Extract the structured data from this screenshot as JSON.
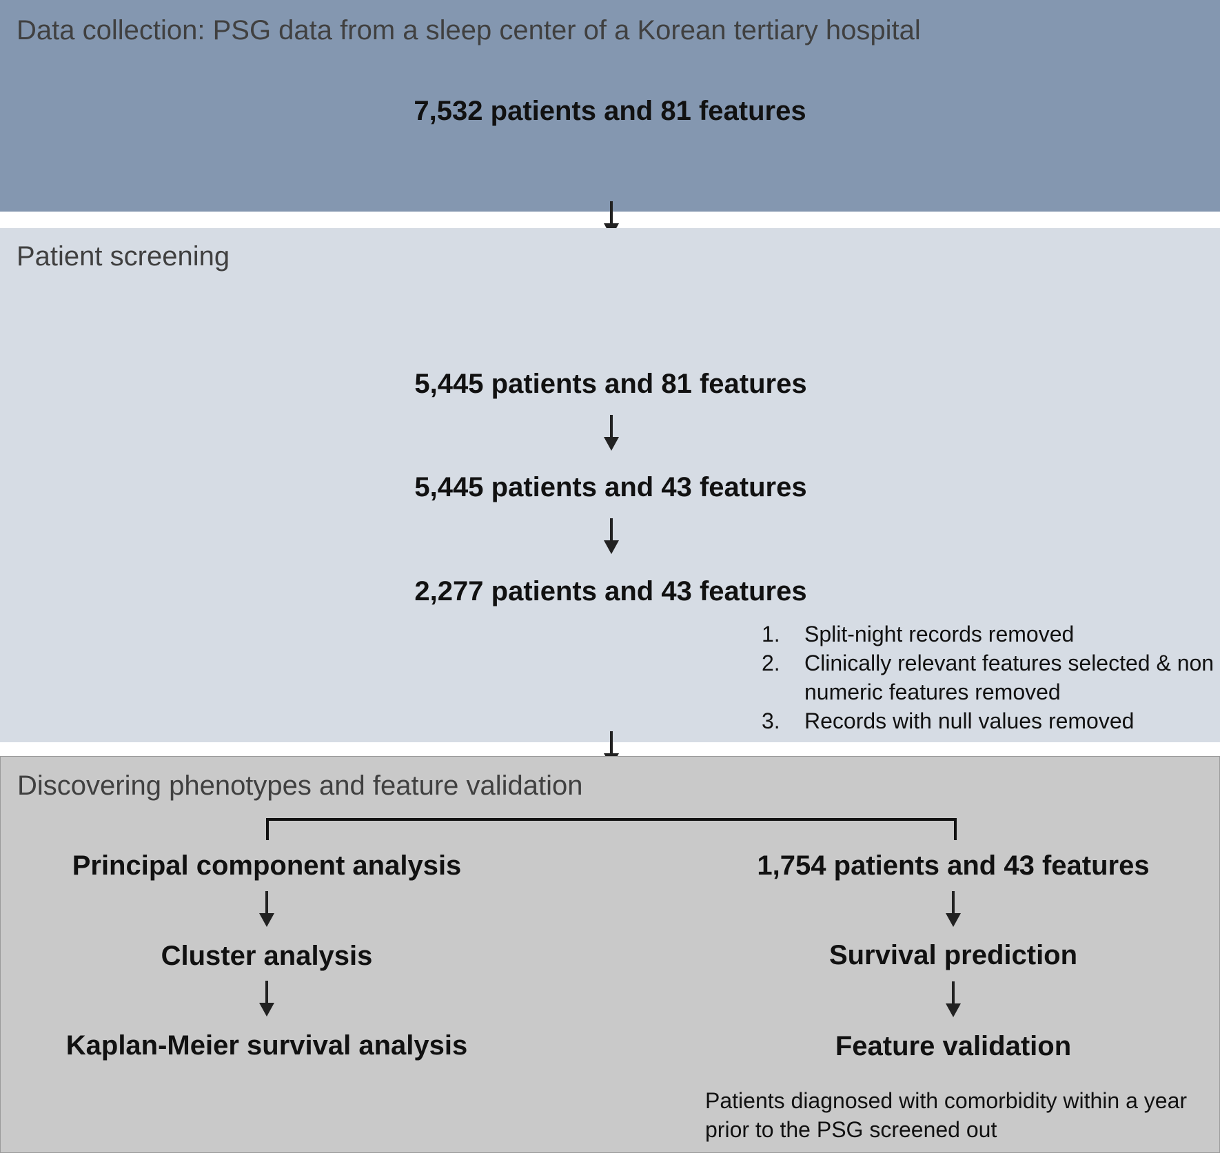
{
  "sections": {
    "collection": {
      "title": "Data collection: PSG data  from a sleep center of a Korean tertiary hospital",
      "step": "7,532 patients and 81 features"
    },
    "screening": {
      "title": "Patient screening",
      "steps": [
        "5,445 patients and 81 features",
        "5,445 patients and 43 features",
        "2,277 patients and 43 features"
      ],
      "notes": [
        {
          "num": "1.",
          "text": "Split-night records removed"
        },
        {
          "num": "2.",
          "text": "Clinically relevant features selected & non numeric features removed"
        },
        {
          "num": "3.",
          "text": "Records with null values removed"
        }
      ]
    },
    "discovery": {
      "title": "Discovering phenotypes and feature validation",
      "left_steps": [
        "Principal component analysis",
        "Cluster analysis",
        "Kaplan-Meier survival analysis"
      ],
      "right_steps": [
        "1,754 patients and 43 features",
        "Survival prediction",
        "Feature validation"
      ],
      "right_note": "Patients diagnosed with comorbidity within a year prior to the PSG screened out"
    }
  }
}
